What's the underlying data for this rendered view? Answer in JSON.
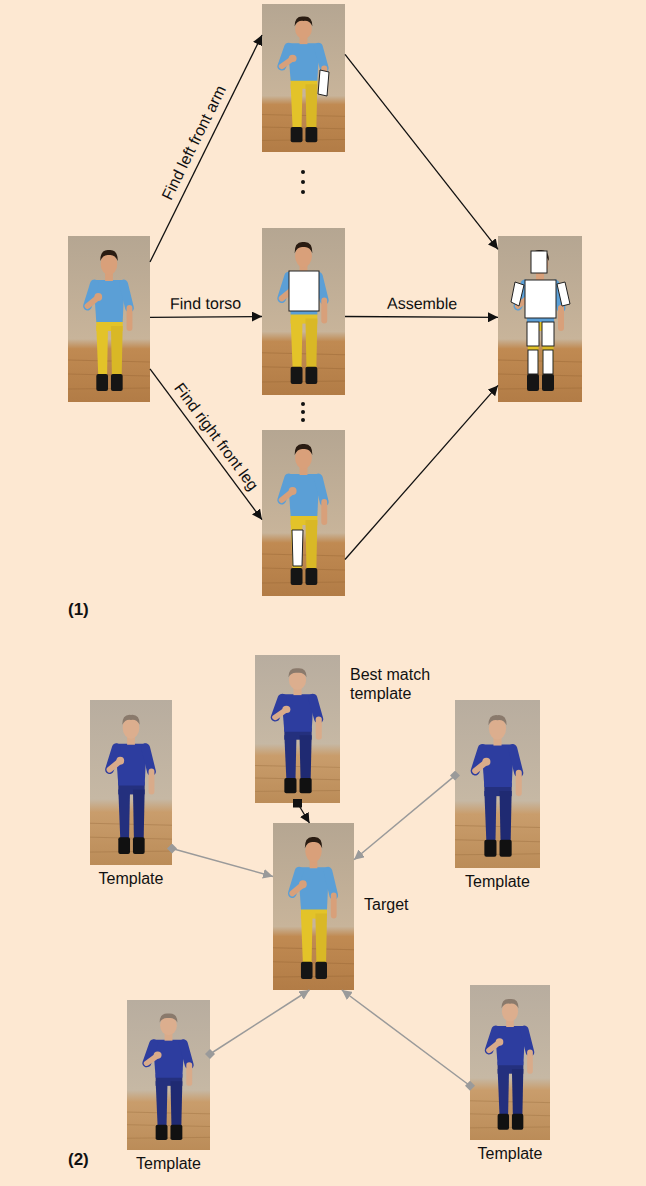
{
  "diagram": {
    "nodes": [
      {
        "text": []
      },
      {
        "text": []
      },
      {
        "text": []
      },
      {
        "text": []
      },
      {
        "text": []
      },
      {
        "text": [
          "Best match template"
        ]
      },
      {
        "text": [
          "Template"
        ]
      },
      {
        "text": [
          "Template"
        ]
      },
      {
        "text": [
          "Target"
        ]
      },
      {
        "text": [
          "Template"
        ]
      },
      {
        "text": [
          "Template"
        ]
      }
    ],
    "edges": [
      {
        "from": 0,
        "to": 1,
        "arrow": "to",
        "label": "Find left front arm"
      },
      {
        "from": 0,
        "to": 2,
        "arrow": "to",
        "label": "Find torso"
      },
      {
        "from": 0,
        "to": 3,
        "arrow": "to",
        "label": "Find right front leg"
      },
      {
        "from": 1,
        "to": 4,
        "arrow": "to"
      },
      {
        "from": 2,
        "to": 4,
        "arrow": "to",
        "label": "Assemble"
      },
      {
        "from": 3,
        "to": 4,
        "arrow": "to"
      },
      {
        "from": 5,
        "to": 8,
        "arrow": "to"
      },
      {
        "from": 6,
        "to": 8,
        "arrow": "to"
      },
      {
        "from": 7,
        "to": 8,
        "arrow": "to"
      },
      {
        "from": 9,
        "to": 8,
        "arrow": "to"
      },
      {
        "from": 10,
        "to": 8,
        "arrow": "to"
      }
    ],
    "labels": [
      "(1)",
      "(2)"
    ]
  }
}
